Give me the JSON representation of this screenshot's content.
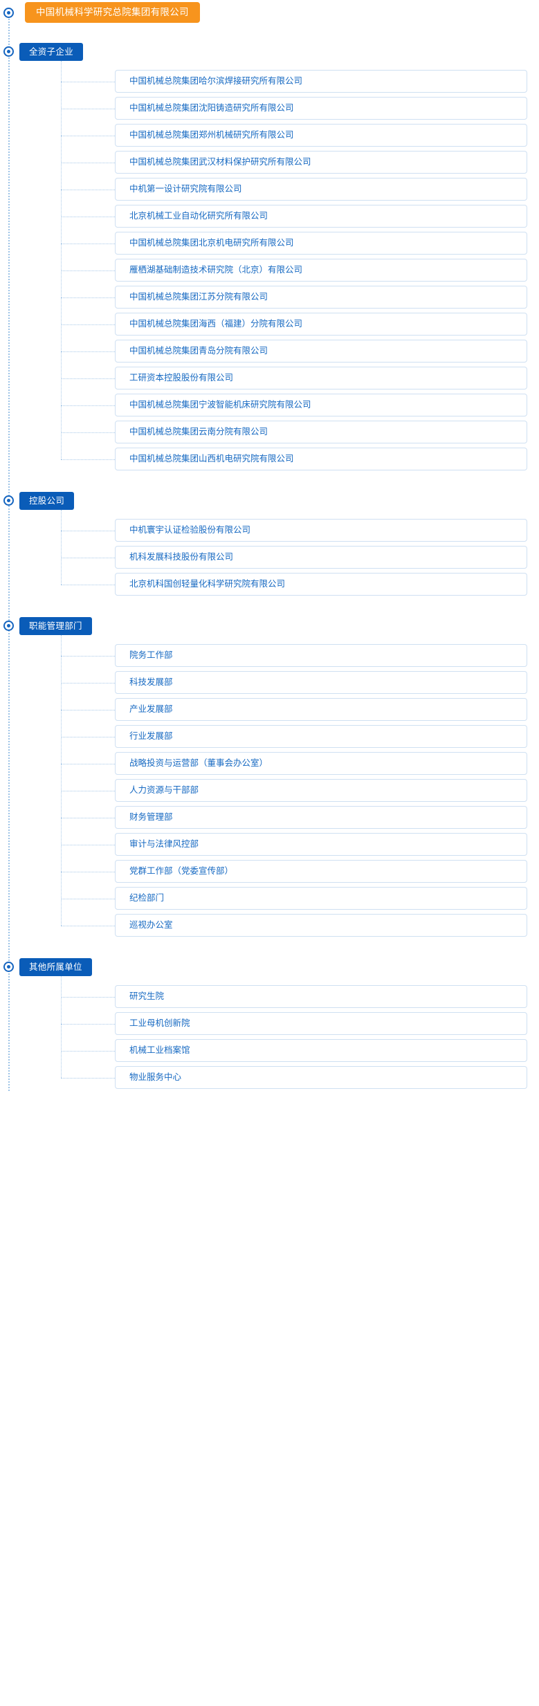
{
  "root": {
    "label": "中国机械科学研究总院集团有限公司",
    "color": "#f7941d"
  },
  "theme": {
    "group_badge_color": "#0a5cb8",
    "card_text_color": "#1669c2",
    "card_border_color": "#cfe0f2",
    "connector_color": "#a9c9e8"
  },
  "groups": [
    {
      "label": "全资子企业",
      "items": [
        {
          "label": "中国机械总院集团哈尔滨焊接研究所有限公司"
        },
        {
          "label": "中国机械总院集团沈阳铸造研究所有限公司"
        },
        {
          "label": "中国机械总院集团郑州机械研究所有限公司"
        },
        {
          "label": "中国机械总院集团武汉材料保护研究所有限公司"
        },
        {
          "label": "中机第一设计研究院有限公司"
        },
        {
          "label": "北京机械工业自动化研究所有限公司"
        },
        {
          "label": "中国机械总院集团北京机电研究所有限公司"
        },
        {
          "label": "雁栖湖基础制造技术研究院（北京）有限公司"
        },
        {
          "label": "中国机械总院集团江苏分院有限公司"
        },
        {
          "label": "中国机械总院集团海西（福建）分院有限公司"
        },
        {
          "label": "中国机械总院集团青岛分院有限公司"
        },
        {
          "label": "工研资本控股股份有限公司"
        },
        {
          "label": "中国机械总院集团宁波智能机床研究院有限公司"
        },
        {
          "label": "中国机械总院集团云南分院有限公司"
        },
        {
          "label": "中国机械总院集团山西机电研究院有限公司"
        }
      ]
    },
    {
      "label": "控股公司",
      "items": [
        {
          "label": "中机寰宇认证检验股份有限公司"
        },
        {
          "label": "机科发展科技股份有限公司"
        },
        {
          "label": "北京机科国创轻量化科学研究院有限公司"
        }
      ]
    },
    {
      "label": "职能管理部门",
      "items": [
        {
          "label": "院务工作部"
        },
        {
          "label": "科技发展部"
        },
        {
          "label": "产业发展部"
        },
        {
          "label": "行业发展部"
        },
        {
          "label": "战略投资与运营部（董事会办公室）"
        },
        {
          "label": "人力资源与干部部"
        },
        {
          "label": "财务管理部"
        },
        {
          "label": "审计与法律风控部"
        },
        {
          "label": "党群工作部（党委宣传部）"
        },
        {
          "label": "纪检部门"
        },
        {
          "label": "巡视办公室"
        }
      ]
    },
    {
      "label": "其他所属单位",
      "items": [
        {
          "label": "研究生院"
        },
        {
          "label": "工业母机创新院"
        },
        {
          "label": "机械工业档案馆"
        },
        {
          "label": "物业服务中心"
        }
      ]
    }
  ]
}
